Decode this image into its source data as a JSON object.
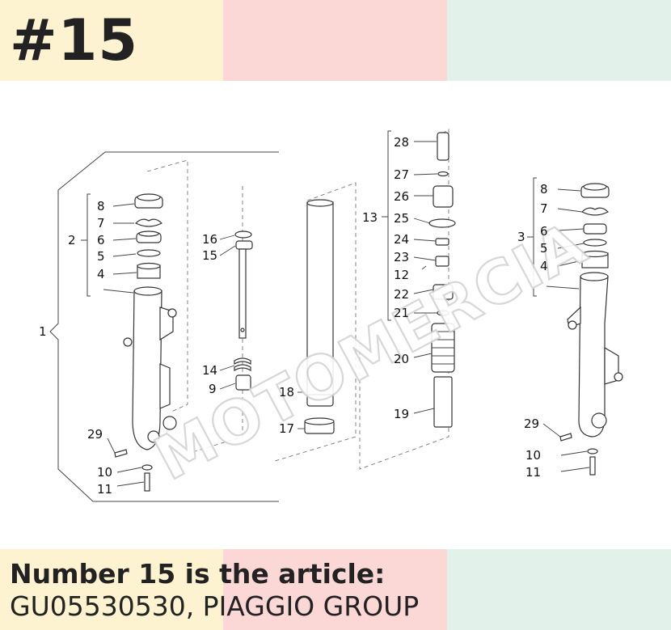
{
  "header": {
    "page_number": "#15"
  },
  "footer": {
    "line1": "Number 15 is the article:",
    "line2": "GU05530530, PIAGGIO GROUP"
  },
  "watermark": {
    "text": "MOTOMERCIA"
  },
  "colors": {
    "band_yellow": "#fdf3d0",
    "band_pink": "#fbd7d6",
    "band_mint": "#e2f2ea",
    "text": "#222222"
  },
  "callouts": {
    "c1": "1",
    "c2": "2",
    "c3": "3",
    "c4a": "4",
    "c4b": "4",
    "c5a": "5",
    "c5b": "5",
    "c6a": "6",
    "c6b": "6",
    "c7a": "7",
    "c7b": "7",
    "c8a": "8",
    "c8b": "8",
    "c9": "9",
    "c10a": "10",
    "c10b": "10",
    "c11a": "11",
    "c11b": "11",
    "c12": "12",
    "c13": "13",
    "c14": "14",
    "c15": "15",
    "c16": "16",
    "c17": "17",
    "c18": "18",
    "c19": "19",
    "c20": "20",
    "c21": "21",
    "c22": "22",
    "c23": "23",
    "c24": "24",
    "c25": "25",
    "c26": "26",
    "c27": "27",
    "c28": "28",
    "c29a": "29",
    "c29b": "29"
  }
}
